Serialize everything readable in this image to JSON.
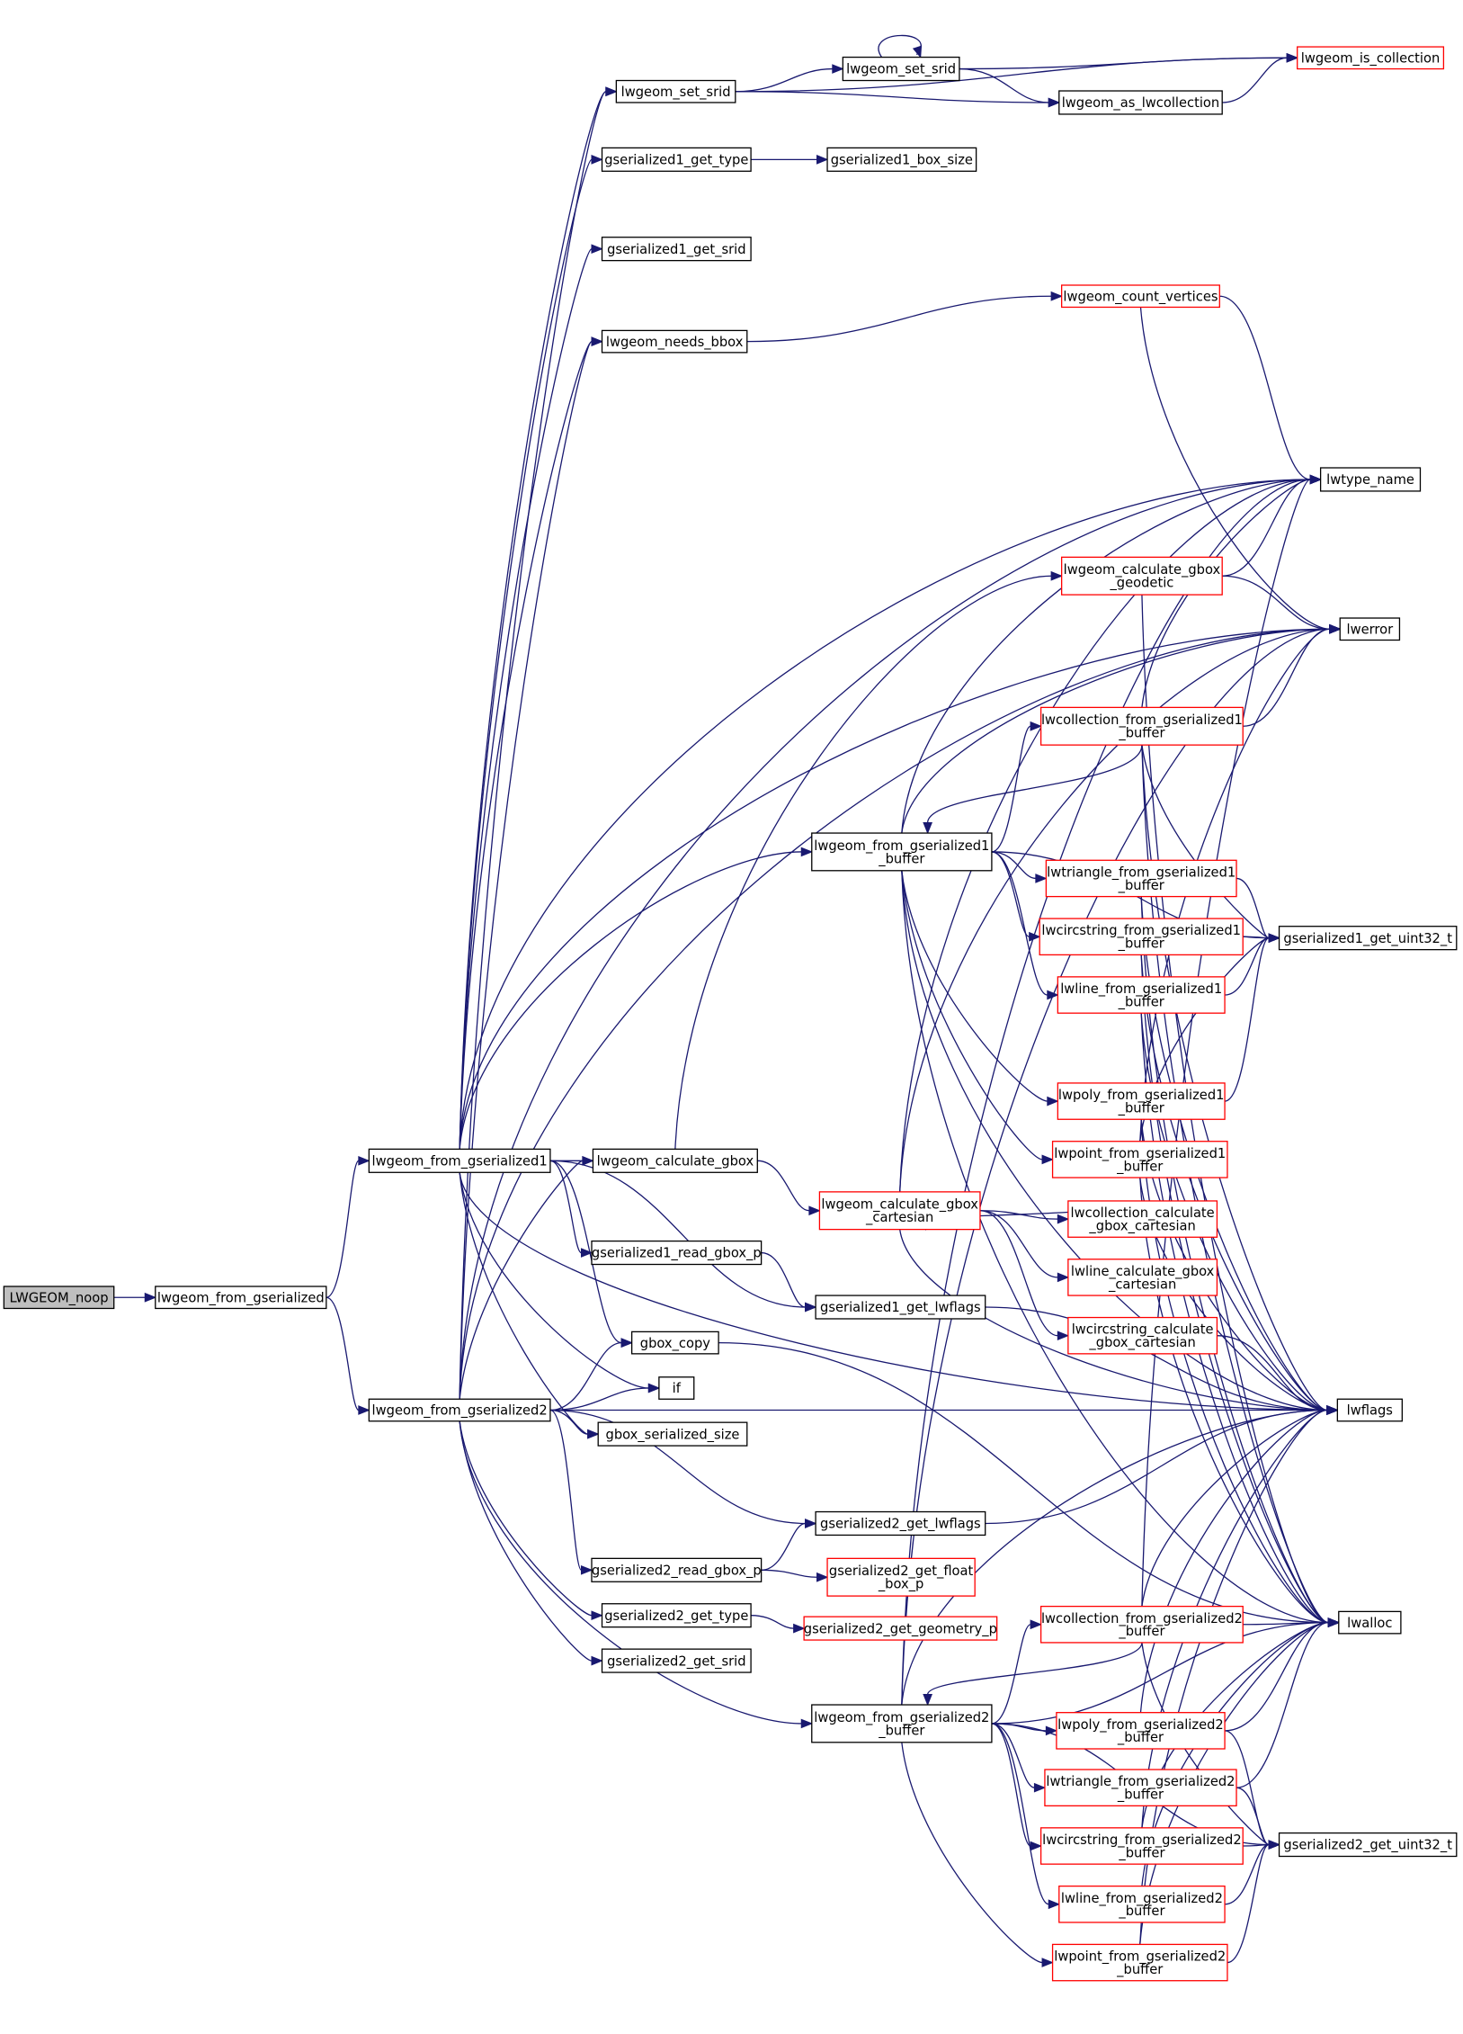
{
  "diagram": {
    "type": "call-graph",
    "colors": {
      "edge": "#191970",
      "node_border": "#000000",
      "truncated_border": "#ff0000",
      "root_fill": "#bfbfbf"
    },
    "nodes": [
      {
        "id": "noop",
        "label": [
          "LWGEOM_noop"
        ],
        "style": "root"
      },
      {
        "id": "fg",
        "label": [
          "lwgeom_from_gserialized"
        ]
      },
      {
        "id": "fg1",
        "label": [
          "lwgeom_from_gserialized1"
        ]
      },
      {
        "id": "fg2",
        "label": [
          "lwgeom_from_gserialized2"
        ]
      },
      {
        "id": "set_srid",
        "label": [
          "lwgeom_set_srid"
        ]
      },
      {
        "id": "g1_type",
        "label": [
          "gserialized1_get_type"
        ]
      },
      {
        "id": "g1_srid",
        "label": [
          "gserialized1_get_srid"
        ]
      },
      {
        "id": "needs_bbox",
        "label": [
          "lwgeom_needs_bbox"
        ]
      },
      {
        "id": "calc_gbox",
        "label": [
          "lwgeom_calculate_gbox"
        ]
      },
      {
        "id": "g1_read_gbox",
        "label": [
          "gserialized1_read_gbox_p"
        ]
      },
      {
        "id": "gbox_copy",
        "label": [
          "gbox_copy"
        ]
      },
      {
        "id": "if",
        "label": [
          "if"
        ]
      },
      {
        "id": "gbox_ser_size",
        "label": [
          "gbox_serialized_size"
        ]
      },
      {
        "id": "g2_read_gbox",
        "label": [
          "gserialized2_read_gbox_p"
        ]
      },
      {
        "id": "g2_type",
        "label": [
          "gserialized2_get_type"
        ]
      },
      {
        "id": "g2_srid",
        "label": [
          "gserialized2_get_srid"
        ]
      },
      {
        "id": "set_srid2",
        "label": [
          "lwgeom_set_srid"
        ]
      },
      {
        "id": "g1_box_size",
        "label": [
          "gserialized1_box_size"
        ]
      },
      {
        "id": "fg1_buf",
        "label": [
          "lwgeom_from_gserialized1",
          "_buffer"
        ]
      },
      {
        "id": "cart",
        "label": [
          "lwgeom_calculate_gbox",
          "_cartesian"
        ],
        "style": "truncated"
      },
      {
        "id": "g1_lwflags",
        "label": [
          "gserialized1_get_lwflags"
        ]
      },
      {
        "id": "g2_lwflags",
        "label": [
          "gserialized2_get_lwflags"
        ]
      },
      {
        "id": "g2_float",
        "label": [
          "gserialized2_get_float",
          "_box_p"
        ],
        "style": "truncated"
      },
      {
        "id": "g2_geom",
        "label": [
          "gserialized2_get_geometry_p"
        ],
        "style": "truncated"
      },
      {
        "id": "fg2_buf",
        "label": [
          "lwgeom_from_gserialized2",
          "_buffer"
        ]
      },
      {
        "id": "as_coll",
        "label": [
          "lwgeom_as_lwcollection"
        ]
      },
      {
        "id": "count_v",
        "label": [
          "lwgeom_count_vertices"
        ],
        "style": "truncated"
      },
      {
        "id": "geodetic",
        "label": [
          "lwgeom_calculate_gbox",
          "_geodetic"
        ],
        "style": "truncated"
      },
      {
        "id": "coll1",
        "label": [
          "lwcollection_from_gserialized1",
          "_buffer"
        ],
        "style": "truncated"
      },
      {
        "id": "tri1",
        "label": [
          "lwtriangle_from_gserialized1",
          "_buffer"
        ],
        "style": "truncated"
      },
      {
        "id": "circ1",
        "label": [
          "lwcircstring_from_gserialized1",
          "_buffer"
        ],
        "style": "truncated"
      },
      {
        "id": "line1",
        "label": [
          "lwline_from_gserialized1",
          "_buffer"
        ],
        "style": "truncated"
      },
      {
        "id": "poly1",
        "label": [
          "lwpoly_from_gserialized1",
          "_buffer"
        ],
        "style": "truncated"
      },
      {
        "id": "point1",
        "label": [
          "lwpoint_from_gserialized1",
          "_buffer"
        ],
        "style": "truncated"
      },
      {
        "id": "coll_calc",
        "label": [
          "lwcollection_calculate",
          "_gbox_cartesian"
        ],
        "style": "truncated"
      },
      {
        "id": "line_calc",
        "label": [
          "lwline_calculate_gbox",
          "_cartesian"
        ],
        "style": "truncated"
      },
      {
        "id": "circ_calc",
        "label": [
          "lwcircstring_calculate",
          "_gbox_cartesian"
        ],
        "style": "truncated"
      },
      {
        "id": "coll2",
        "label": [
          "lwcollection_from_gserialized2",
          "_buffer"
        ],
        "style": "truncated"
      },
      {
        "id": "poly2",
        "label": [
          "lwpoly_from_gserialized2",
          "_buffer"
        ],
        "style": "truncated"
      },
      {
        "id": "tri2",
        "label": [
          "lwtriangle_from_gserialized2",
          "_buffer"
        ],
        "style": "truncated"
      },
      {
        "id": "circ2",
        "label": [
          "lwcircstring_from_gserialized2",
          "_buffer"
        ],
        "style": "truncated"
      },
      {
        "id": "line2",
        "label": [
          "lwline_from_gserialized2",
          "_buffer"
        ],
        "style": "truncated"
      },
      {
        "id": "point2",
        "label": [
          "lwpoint_from_gserialized2",
          "_buffer"
        ],
        "style": "truncated"
      },
      {
        "id": "is_coll",
        "label": [
          "lwgeom_is_collection"
        ],
        "style": "truncated"
      },
      {
        "id": "lwtype_name",
        "label": [
          "lwtype_name"
        ]
      },
      {
        "id": "lwerror",
        "label": [
          "lwerror"
        ]
      },
      {
        "id": "g1_u32",
        "label": [
          "gserialized1_get_uint32_t"
        ]
      },
      {
        "id": "lwflags",
        "label": [
          "lwflags"
        ]
      },
      {
        "id": "lwalloc",
        "label": [
          "lwalloc"
        ]
      },
      {
        "id": "g2_u32",
        "label": [
          "gserialized2_get_uint32_t"
        ]
      }
    ],
    "edges": [
      [
        "noop",
        "fg"
      ],
      [
        "fg",
        "fg1"
      ],
      [
        "fg",
        "fg2"
      ],
      [
        "fg1",
        "set_srid"
      ],
      [
        "fg1",
        "g1_type"
      ],
      [
        "fg1",
        "g1_srid"
      ],
      [
        "fg1",
        "needs_bbox"
      ],
      [
        "fg1",
        "lwtype_name"
      ],
      [
        "fg1",
        "lwerror"
      ],
      [
        "fg1",
        "calc_gbox"
      ],
      [
        "fg1",
        "g1_read_gbox"
      ],
      [
        "fg1",
        "g1_lwflags"
      ],
      [
        "fg1",
        "gbox_copy"
      ],
      [
        "fg1",
        "if"
      ],
      [
        "fg1",
        "gbox_ser_size"
      ],
      [
        "fg1",
        "fg1_buf"
      ],
      [
        "fg1",
        "lwflags"
      ],
      [
        "fg2",
        "set_srid"
      ],
      [
        "fg2",
        "needs_bbox"
      ],
      [
        "fg2",
        "lwtype_name"
      ],
      [
        "fg2",
        "lwerror"
      ],
      [
        "fg2",
        "calc_gbox"
      ],
      [
        "fg2",
        "gbox_copy"
      ],
      [
        "fg2",
        "if"
      ],
      [
        "fg2",
        "gbox_ser_size"
      ],
      [
        "fg2",
        "lwflags"
      ],
      [
        "fg2",
        "g2_lwflags"
      ],
      [
        "fg2",
        "g2_read_gbox"
      ],
      [
        "fg2",
        "g2_type"
      ],
      [
        "fg2",
        "g2_srid"
      ],
      [
        "fg2",
        "fg2_buf"
      ],
      [
        "set_srid",
        "set_srid2"
      ],
      [
        "set_srid",
        "as_coll"
      ],
      [
        "set_srid",
        "is_coll"
      ],
      [
        "set_srid2",
        "set_srid2"
      ],
      [
        "set_srid2",
        "is_coll"
      ],
      [
        "set_srid2",
        "as_coll"
      ],
      [
        "as_coll",
        "is_coll"
      ],
      [
        "g1_type",
        "g1_box_size"
      ],
      [
        "needs_bbox",
        "count_v"
      ],
      [
        "count_v",
        "lwtype_name"
      ],
      [
        "count_v",
        "lwerror"
      ],
      [
        "calc_gbox",
        "geodetic"
      ],
      [
        "calc_gbox",
        "cart"
      ],
      [
        "geodetic",
        "lwtype_name"
      ],
      [
        "geodetic",
        "lwerror"
      ],
      [
        "geodetic",
        "lwalloc"
      ],
      [
        "cart",
        "lwtype_name"
      ],
      [
        "cart",
        "lwerror"
      ],
      [
        "cart",
        "coll_calc"
      ],
      [
        "cart",
        "line_calc"
      ],
      [
        "cart",
        "circ_calc"
      ],
      [
        "cart",
        "lwflags"
      ],
      [
        "coll_calc",
        "cart"
      ],
      [
        "circ_calc",
        "lwflags"
      ],
      [
        "g1_read_gbox",
        "g1_lwflags"
      ],
      [
        "g1_lwflags",
        "lwflags"
      ],
      [
        "gbox_copy",
        "lwalloc"
      ],
      [
        "g2_lwflags",
        "lwflags"
      ],
      [
        "g2_read_gbox",
        "g2_lwflags"
      ],
      [
        "g2_read_gbox",
        "g2_float"
      ],
      [
        "g2_type",
        "g2_geom"
      ],
      [
        "fg1_buf",
        "lwtype_name"
      ],
      [
        "fg1_buf",
        "lwerror"
      ],
      [
        "fg1_buf",
        "coll1"
      ],
      [
        "fg1_buf",
        "tri1"
      ],
      [
        "fg1_buf",
        "circ1"
      ],
      [
        "fg1_buf",
        "line1"
      ],
      [
        "fg1_buf",
        "poly1"
      ],
      [
        "fg1_buf",
        "point1"
      ],
      [
        "fg1_buf",
        "g1_u32"
      ],
      [
        "fg1_buf",
        "lwflags"
      ],
      [
        "fg1_buf",
        "lwalloc"
      ],
      [
        "coll1",
        "fg1_buf"
      ],
      [
        "coll1",
        "lwtype_name"
      ],
      [
        "coll1",
        "lwerror"
      ],
      [
        "coll1",
        "g1_u32"
      ],
      [
        "coll1",
        "lwflags"
      ],
      [
        "coll1",
        "lwalloc"
      ],
      [
        "tri1",
        "g1_u32"
      ],
      [
        "tri1",
        "lwflags"
      ],
      [
        "tri1",
        "lwalloc"
      ],
      [
        "circ1",
        "g1_u32"
      ],
      [
        "circ1",
        "lwflags"
      ],
      [
        "circ1",
        "lwalloc"
      ],
      [
        "line1",
        "g1_u32"
      ],
      [
        "line1",
        "lwflags"
      ],
      [
        "line1",
        "lwalloc"
      ],
      [
        "poly1",
        "g1_u32"
      ],
      [
        "poly1",
        "lwflags"
      ],
      [
        "poly1",
        "lwalloc"
      ],
      [
        "point1",
        "g1_u32"
      ],
      [
        "point1",
        "lwflags"
      ],
      [
        "point1",
        "lwalloc"
      ],
      [
        "point1",
        "lwerror"
      ],
      [
        "fg2_buf",
        "lwtype_name"
      ],
      [
        "fg2_buf",
        "lwerror"
      ],
      [
        "fg2_buf",
        "coll2"
      ],
      [
        "fg2_buf",
        "poly2"
      ],
      [
        "fg2_buf",
        "tri2"
      ],
      [
        "fg2_buf",
        "circ2"
      ],
      [
        "fg2_buf",
        "line2"
      ],
      [
        "fg2_buf",
        "point2"
      ],
      [
        "fg2_buf",
        "g2_u32"
      ],
      [
        "fg2_buf",
        "lwflags"
      ],
      [
        "fg2_buf",
        "lwalloc"
      ],
      [
        "coll2",
        "fg2_buf"
      ],
      [
        "coll2",
        "lwtype_name"
      ],
      [
        "coll2",
        "lwflags"
      ],
      [
        "coll2",
        "lwalloc"
      ],
      [
        "coll2",
        "g2_u32"
      ],
      [
        "poly2",
        "g2_u32"
      ],
      [
        "poly2",
        "lwalloc"
      ],
      [
        "poly2",
        "lwflags"
      ],
      [
        "tri2",
        "g2_u32"
      ],
      [
        "tri2",
        "lwalloc"
      ],
      [
        "circ2",
        "g2_u32"
      ],
      [
        "circ2",
        "lwalloc"
      ],
      [
        "circ2",
        "lwflags"
      ],
      [
        "line2",
        "g2_u32"
      ],
      [
        "line2",
        "lwalloc"
      ],
      [
        "point2",
        "g2_u32"
      ],
      [
        "point2",
        "lwalloc"
      ],
      [
        "point2",
        "lwflags"
      ]
    ]
  }
}
